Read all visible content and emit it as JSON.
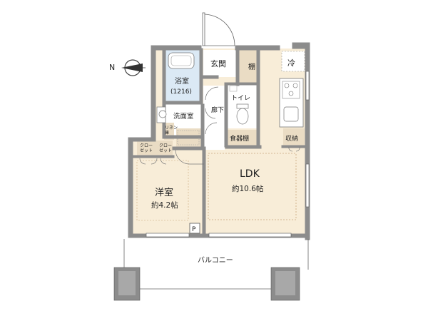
{
  "rooms": {
    "genkan": "玄関",
    "tana": "棚",
    "rei": "冷",
    "bath": "浴室",
    "bath_size": "(1216)",
    "toilet": "トイレ",
    "corridor": "廊下",
    "washroom": "洗面室",
    "dish": "食器棚",
    "storage": "収納",
    "ldk": "LDK",
    "ldk_size": "約10.6帖",
    "western": "洋室",
    "western_size": "約4.2帖",
    "closet1": "クロー\nゼット",
    "closet2": "クロー\nゼット",
    "linen": "リネン\n庫",
    "pipe": "P",
    "balcony": "バルコニー"
  },
  "compass": {
    "north": "N"
  },
  "colors": {
    "wall": "#8c8c8c",
    "floor_wood": "#f8edd8",
    "floor_bath": "#dbe9f5",
    "floor_closet": "#eadcc4",
    "outline": "#666666"
  }
}
